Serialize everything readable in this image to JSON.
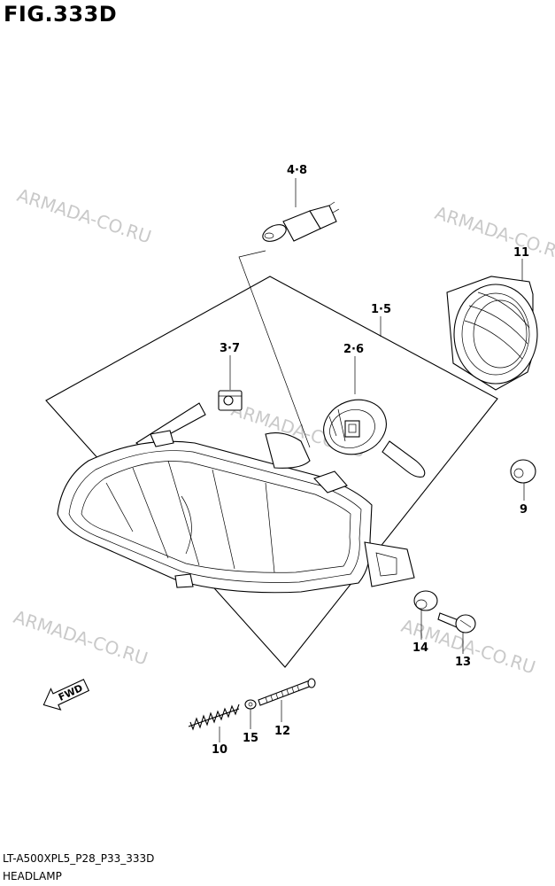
{
  "figure": {
    "title": "FIG.333D",
    "code": "LT-A500XPL5_P28_P33_333D",
    "caption": "HEADLAMP"
  },
  "watermark": "ARMADA-CO.RU",
  "fwd_arrow": "FWD",
  "callouts": {
    "p4_8": "4·8",
    "p3_7": "3·7",
    "p1_5": "1·5",
    "p2_6": "2·6",
    "p11": "11",
    "p9": "9",
    "p14": "14",
    "p13": "13",
    "p10": "10",
    "p15": "15",
    "p12": "12"
  }
}
